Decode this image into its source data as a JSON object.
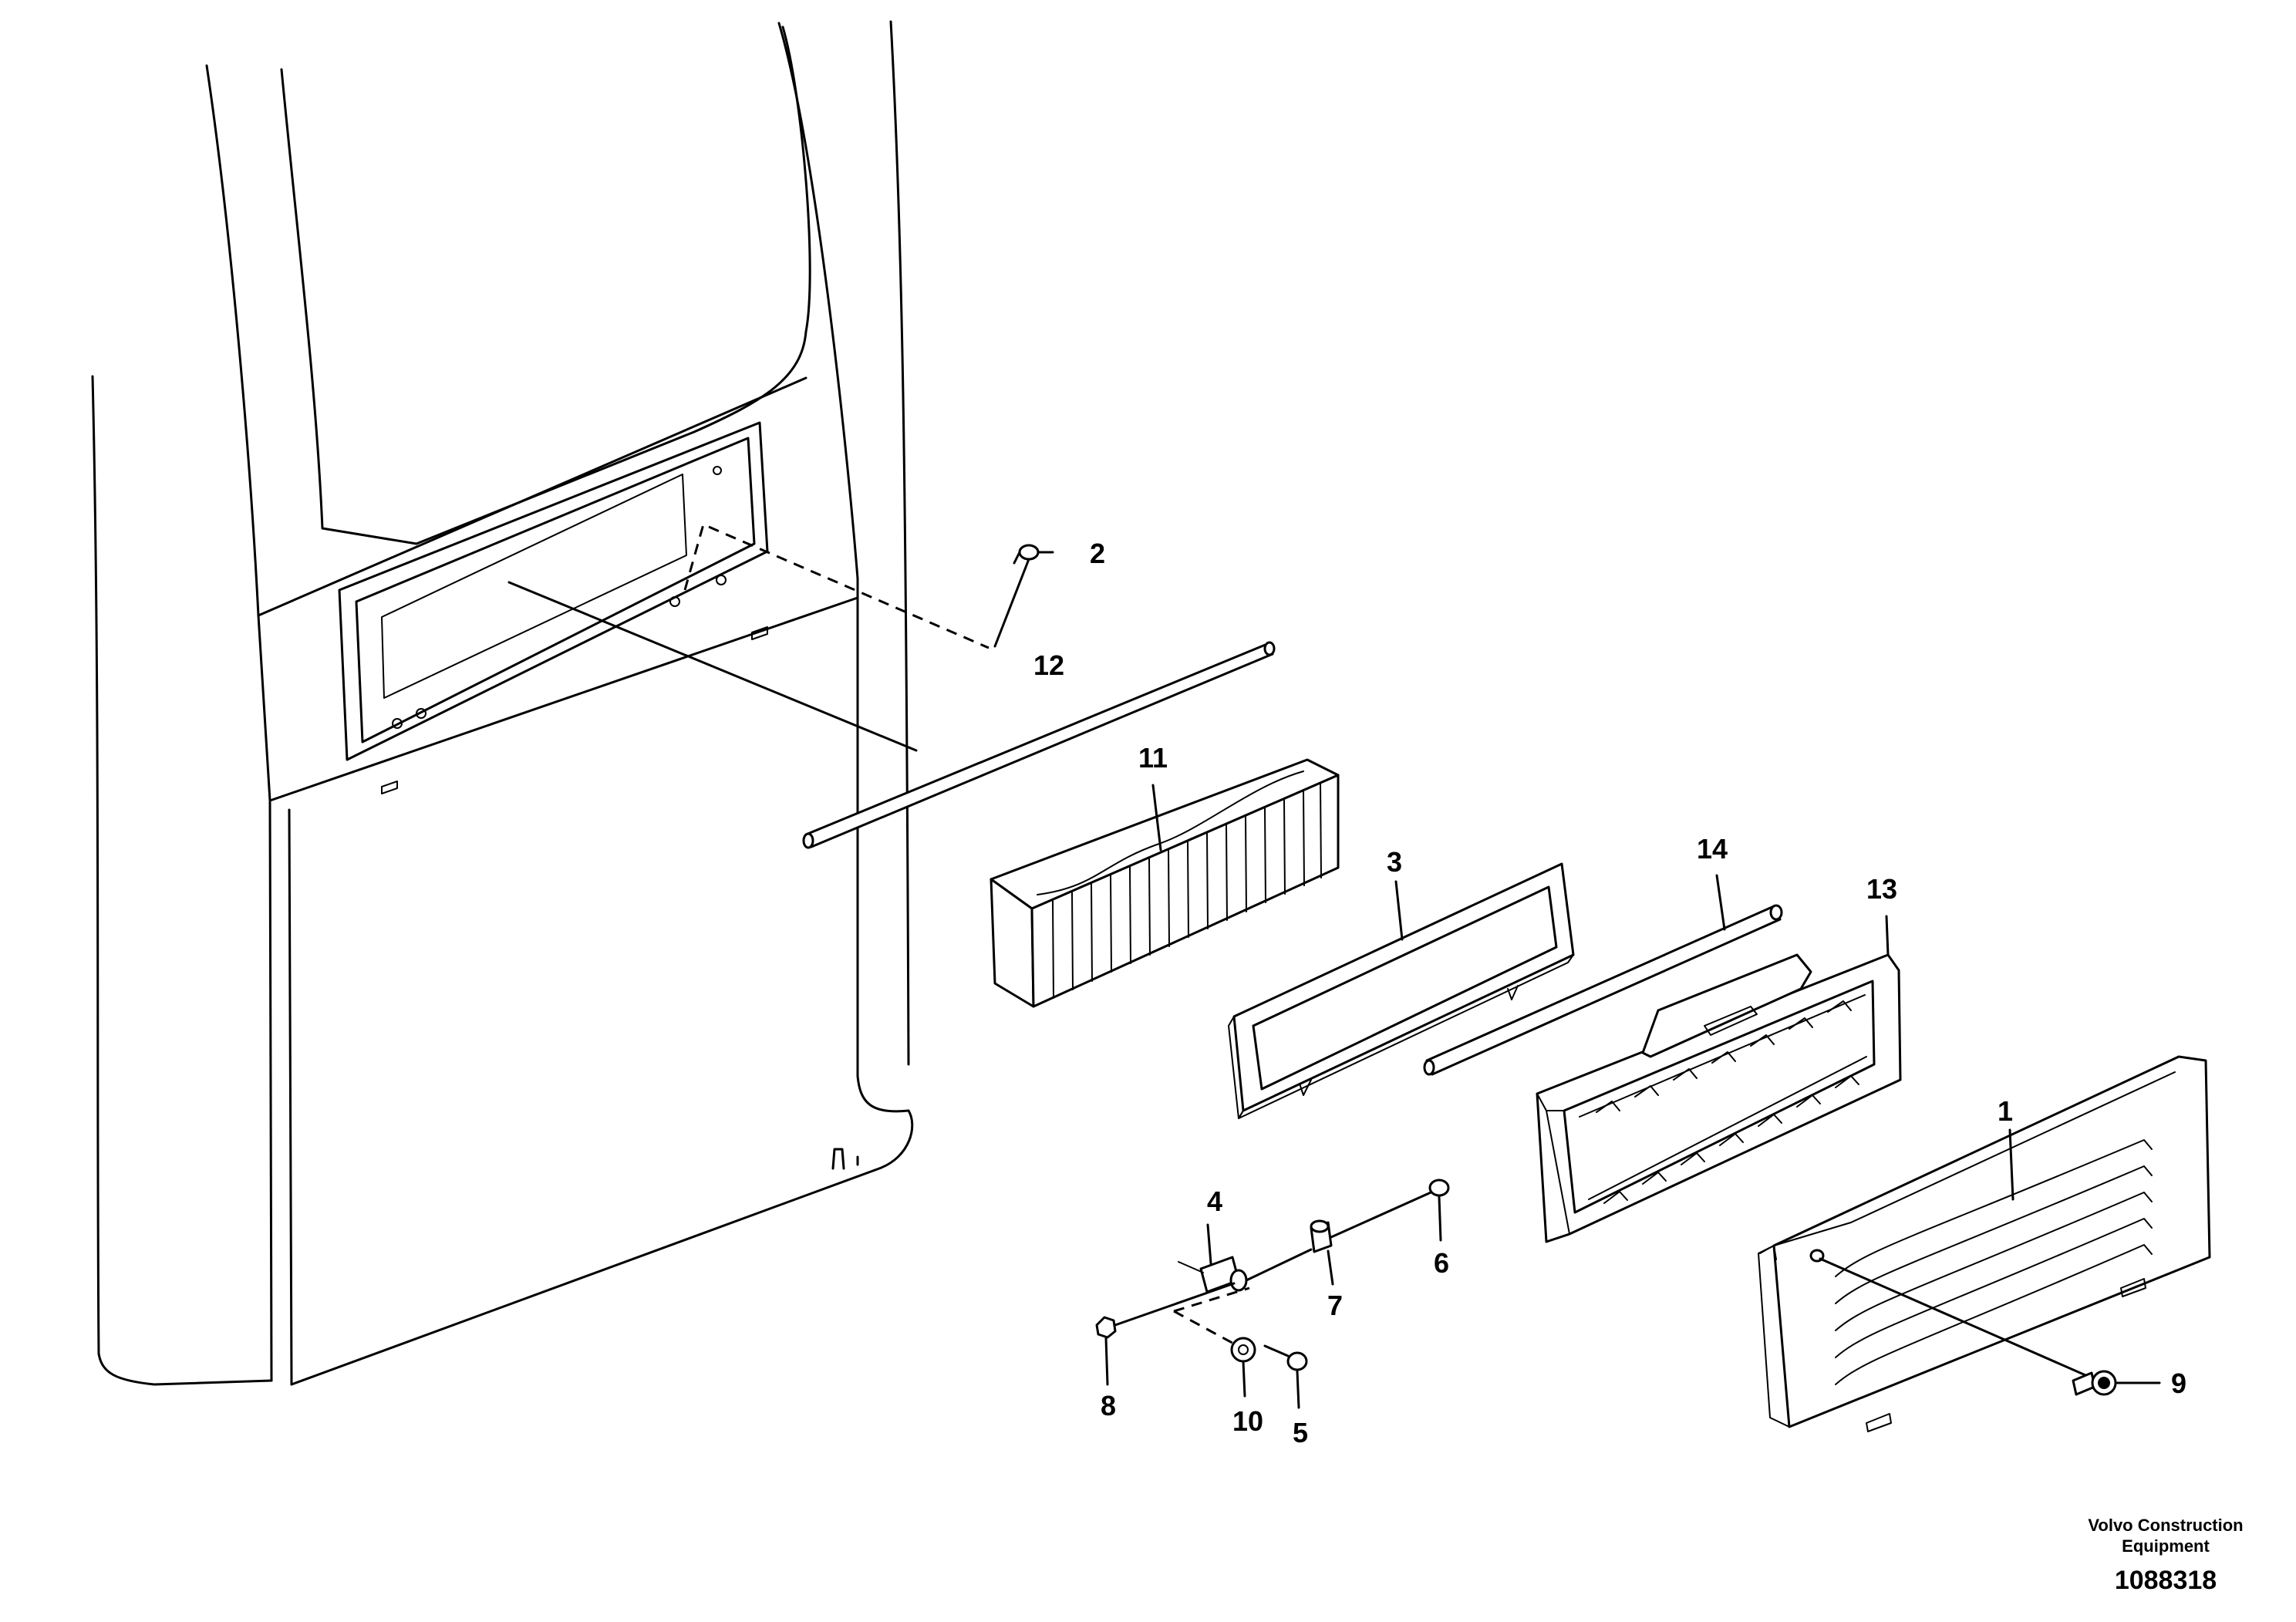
{
  "callouts": {
    "c1": "1",
    "c2": "2",
    "c3": "3",
    "c4": "4",
    "c5": "5",
    "c6": "6",
    "c7": "7",
    "c8": "8",
    "c9": "9",
    "c10": "10",
    "c11": "11",
    "c12": "12",
    "c13": "13",
    "c14": "14"
  },
  "credit": {
    "line1": "Volvo Construction",
    "line2": "Equipment"
  },
  "drawing_number": "1088318"
}
